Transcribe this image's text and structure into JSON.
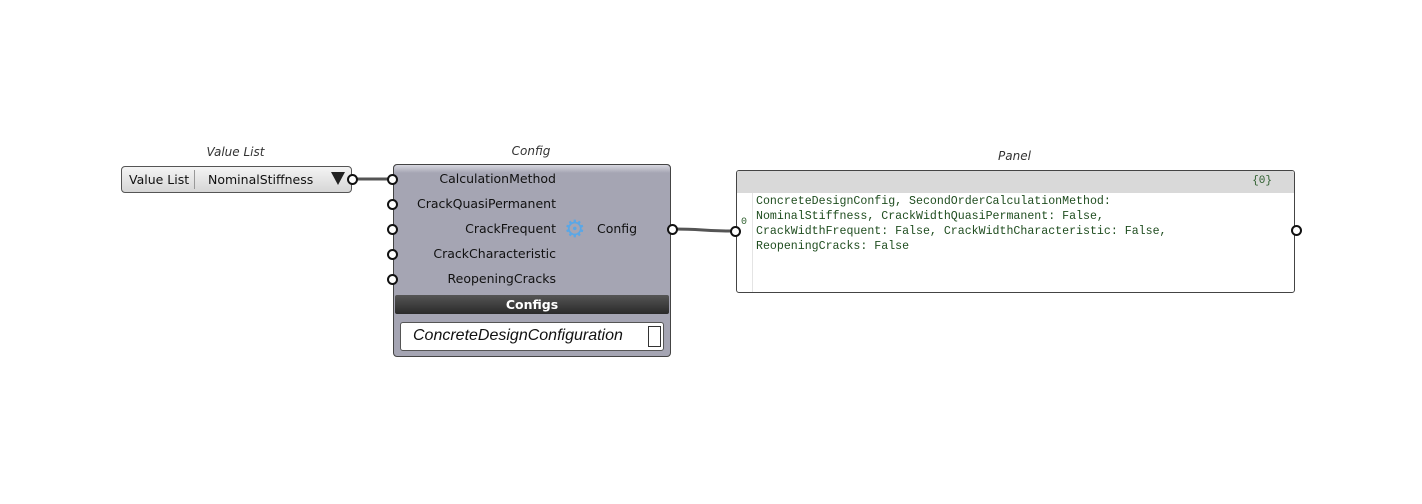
{
  "value_list": {
    "caption": "Value List",
    "label": "Value List",
    "value": "NominalStiffness"
  },
  "component": {
    "caption": "Config",
    "inputs": [
      "CalculationMethod",
      "CrackQuasiPermanent",
      "CrackFrequent",
      "CrackCharacteristic",
      "ReopeningCracks"
    ],
    "output": "Config",
    "section_label": "Configs",
    "dropdown_value": "ConcreteDesignConfiguration",
    "icon": "gear-icon"
  },
  "panel": {
    "caption": "Panel",
    "path": "{0}",
    "item_index": "0",
    "content": "ConcreteDesignConfig, SecondOrderCalculationMethod:\nNominalStiffness, CrackWidthQuasiPermanent: False,\nCrackWidthFrequent: False, CrackWidthCharacteristic: False,\nReopeningCracks: False"
  }
}
